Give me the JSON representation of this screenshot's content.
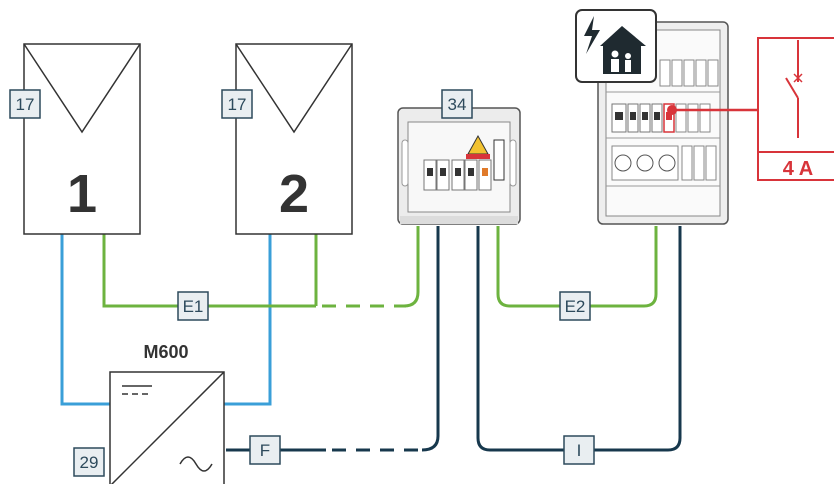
{
  "panels": [
    {
      "tag": "17",
      "number": "1"
    },
    {
      "tag": "17",
      "number": "2"
    }
  ],
  "inverter": {
    "model": "M600",
    "tag": "29"
  },
  "junction_box": {
    "tag": "34"
  },
  "cables": {
    "e1": "E1",
    "e2": "E2",
    "f": "F",
    "i": "I"
  },
  "breaker_callout": {
    "rating": "4 A"
  },
  "colors": {
    "dc_blue": "#3a9fd8",
    "earth_green": "#6db33f",
    "ac_navy": "#17384d",
    "callout_red": "#d8343a",
    "line_dark": "#333333"
  },
  "icons": [
    "house-lightning-icon"
  ]
}
